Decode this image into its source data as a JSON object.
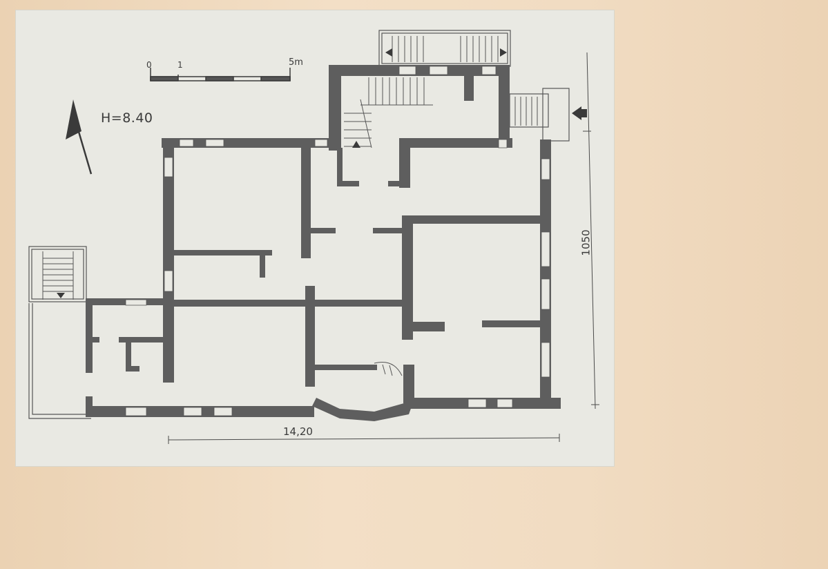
{
  "plan": {
    "height_label": "H=8.40",
    "scale_labels": [
      "0",
      "1",
      "5m"
    ],
    "width_dimension": "14,20",
    "depth_dimension": "1050"
  },
  "icons": {
    "north_arrow": "north-arrow-icon",
    "entrance_arrow": "entrance-arrow-icon"
  },
  "colors": {
    "board": "#efd9bd",
    "sheet": "#e9e9e3",
    "wall": "#5e5e5e",
    "ink": "#3a3a3a"
  }
}
